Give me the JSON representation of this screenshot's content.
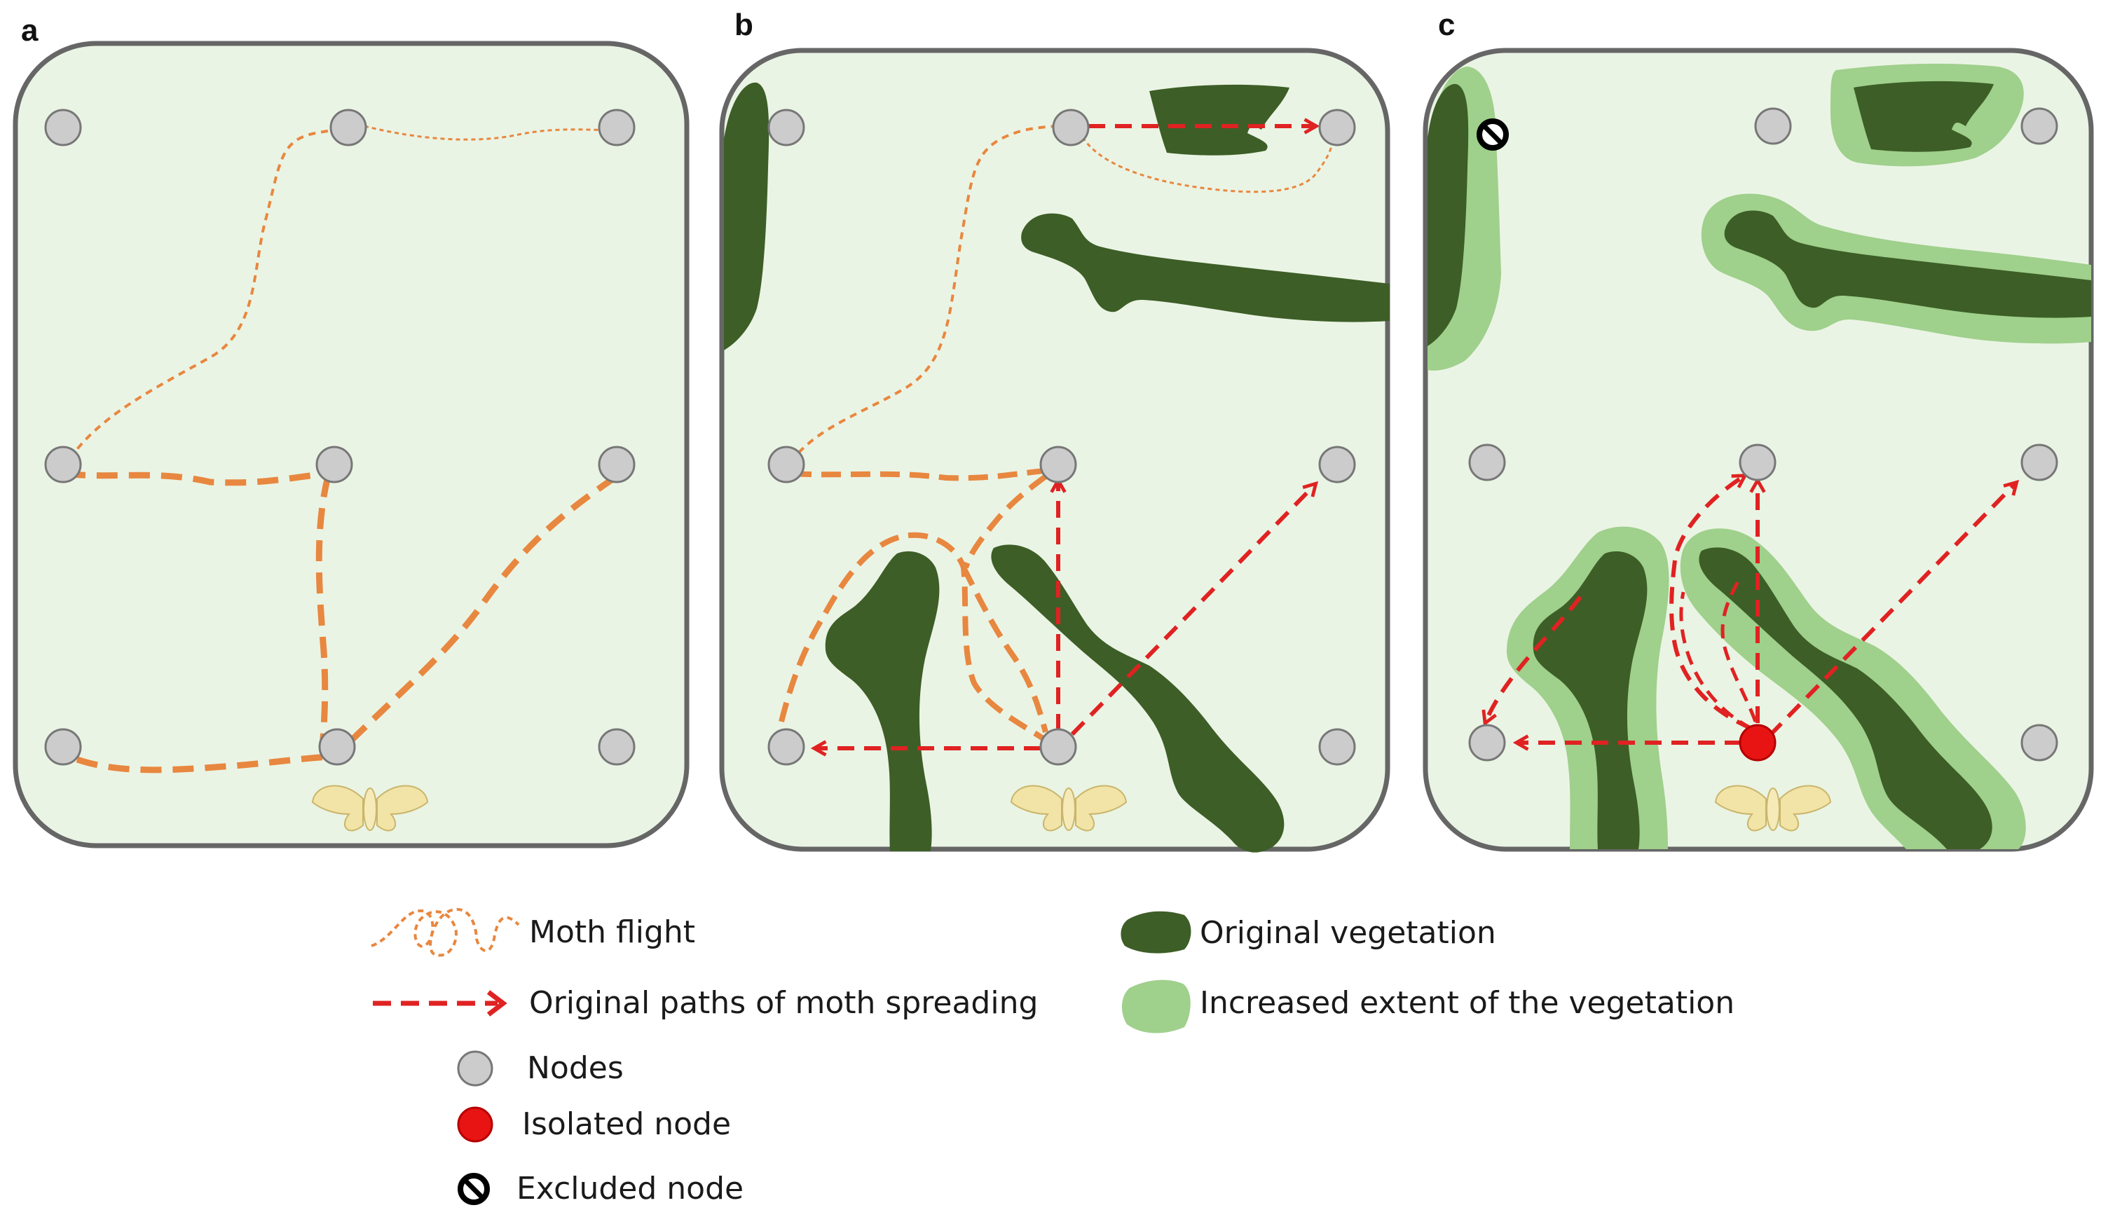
{
  "panels": [
    {
      "letter": "a"
    },
    {
      "letter": "b"
    },
    {
      "letter": "c"
    }
  ],
  "legend": {
    "moth_flight": "Moth flight",
    "original_paths": "Original paths of moth spreading",
    "nodes": "Nodes",
    "isolated_node": "Isolated node",
    "excluded_node": "Excluded node",
    "original_vegetation": "Original vegetation",
    "increased_extent": "Increased extent of the vegetation"
  },
  "colors": {
    "panel_fill": "#eaf4e4",
    "panel_border": "#666666",
    "vegetation": "#3d5e27",
    "vegetation_extent": "#9fd08c",
    "moth_flight": "#e8873f",
    "spread_path": "#e02222",
    "node_fill": "#cccccc",
    "node_stroke": "#777777",
    "isolated_node": "#e81414",
    "moth_icon": "#f2e3a6"
  }
}
